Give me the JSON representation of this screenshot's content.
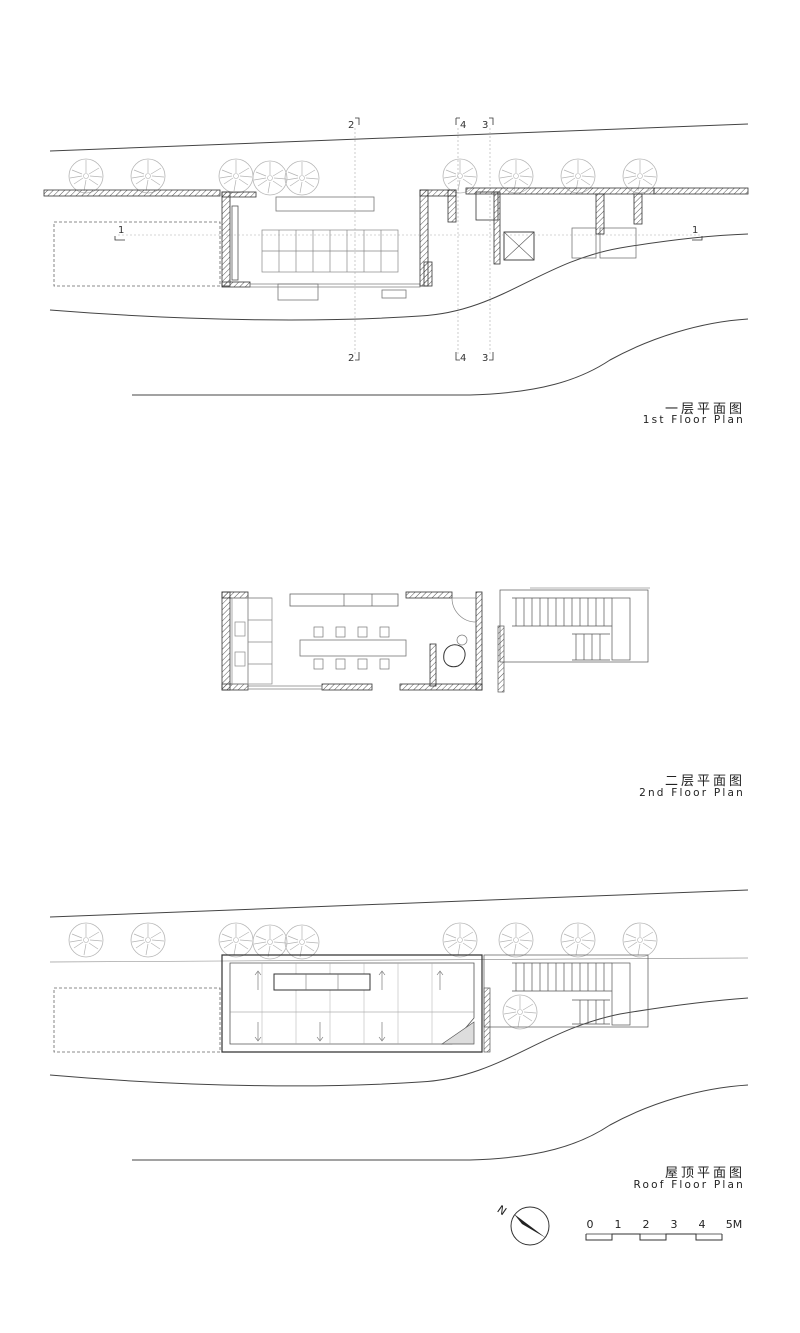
{
  "plans": [
    {
      "title_cn": "一层平面图",
      "title_en": "1st Floor Plan"
    },
    {
      "title_cn": "二层平面图",
      "title_en": "2nd Floor Plan"
    },
    {
      "title_cn": "屋顶平面图",
      "title_en": "Roof Floor Plan"
    }
  ],
  "section_marks": {
    "top": [
      "2",
      "4",
      "3"
    ],
    "bottom": [
      "2",
      "4",
      "3"
    ],
    "side": [
      "1",
      "1"
    ]
  },
  "north_label": "N",
  "scale_bar": [
    "0",
    "1",
    "2",
    "3",
    "4",
    "5M"
  ],
  "colors": {
    "line": "#3a3a3a",
    "light": "#9a9a9a",
    "hatch": "#555555"
  }
}
